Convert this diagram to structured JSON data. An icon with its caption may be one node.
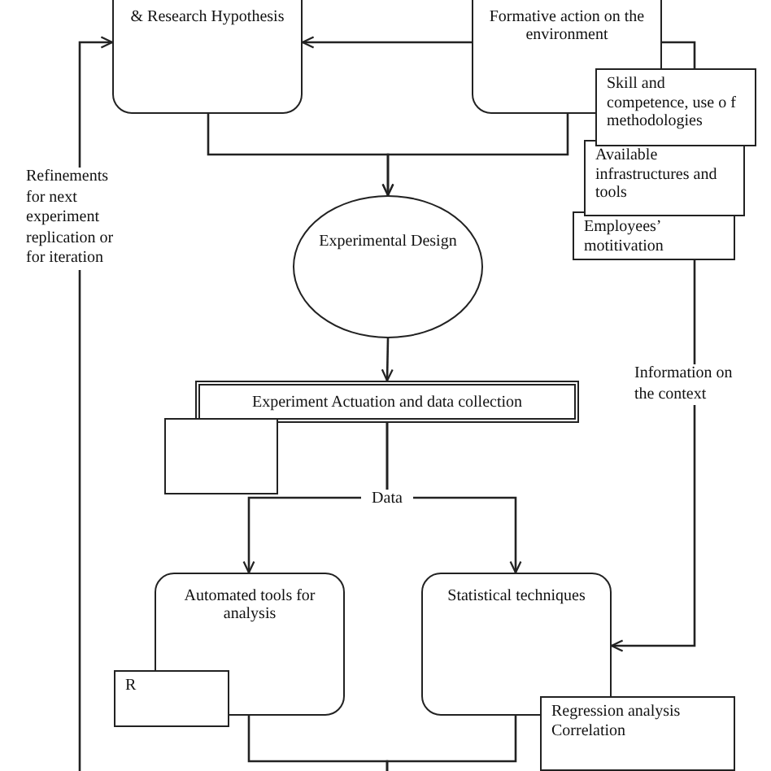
{
  "diagram": {
    "nodes": [
      {
        "text": [
          "& Research Hypothesis"
        ]
      },
      {
        "text": [
          "Formative action on the environment"
        ]
      },
      {
        "text": [
          "Skill and competence, use o f methodologies"
        ]
      },
      {
        "text": [
          "Available infrastructures and tools"
        ]
      },
      {
        "text": [
          "Employees’ motitivation"
        ]
      },
      {
        "text": [
          "Experimental Design"
        ]
      },
      {
        "text": [
          "Experiment Actuation and data collection"
        ]
      },
      {
        "text": [],
        "shape": "box"
      },
      {
        "text": [
          "Automated tools for analysis"
        ]
      },
      {
        "text": [
          "R"
        ]
      },
      {
        "text": [
          "Statistical techniques"
        ]
      },
      {
        "text": [
          "Regression analysis Correlation"
        ]
      }
    ],
    "edges": [
      {
        "from": 1,
        "to": 0,
        "arrow": "to"
      },
      {
        "from": 0,
        "to": 5,
        "arrow": "to"
      },
      {
        "from": 1,
        "to": 5,
        "arrow": "to"
      },
      {
        "from": 1,
        "to": 2,
        "arrow": "none"
      },
      {
        "from": 5,
        "to": 6,
        "arrow": "to"
      },
      {
        "from": 6,
        "to": 8,
        "arrow": "to",
        "label": "Data"
      },
      {
        "from": 6,
        "to": 10,
        "arrow": "to"
      },
      {
        "from": 4,
        "to": 10,
        "arrow": "to",
        "label": "Information on the context"
      },
      {
        "from": null,
        "to": 0,
        "arrow": "to",
        "label": "Refinements for next experiment replication or for iteration"
      },
      {
        "from": 8,
        "to": null,
        "arrow": "none"
      },
      {
        "from": 10,
        "to": null,
        "arrow": "none"
      }
    ]
  }
}
